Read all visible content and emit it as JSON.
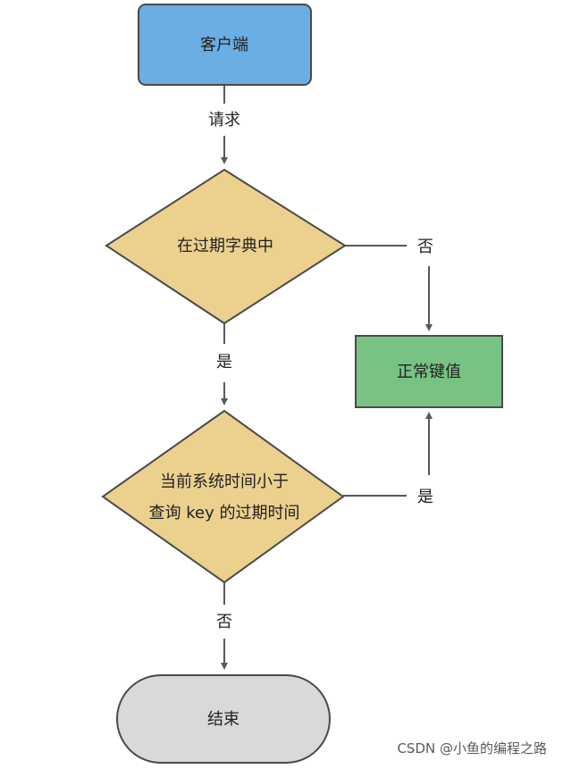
{
  "nodes": {
    "client": {
      "label": "客户端",
      "color": "#6aaee3"
    },
    "expire_check": {
      "label": "在过期字典中",
      "color": "#ebd08e"
    },
    "normal_key": {
      "label": "正常键值",
      "color": "#78c384"
    },
    "time_check": {
      "line1": "当前系统时间小于",
      "line2": "查询 key 的过期时间",
      "color": "#ebd08e"
    },
    "end": {
      "label": "结束",
      "color": "#d9d9d9"
    }
  },
  "edges": {
    "request": "请求",
    "in_dict_yes": "是",
    "in_dict_no": "否",
    "time_yes": "是",
    "time_no": "否"
  },
  "colors": {
    "stroke": "#4a4a4a",
    "line": "#595959"
  },
  "watermark": "CSDN @小鱼的编程之路"
}
